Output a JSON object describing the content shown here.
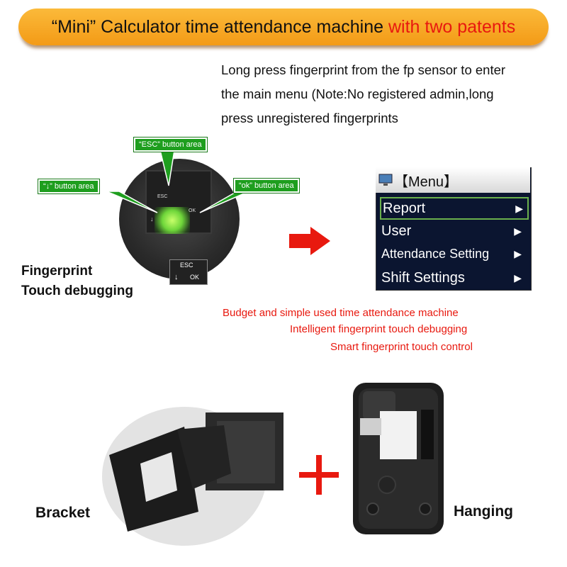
{
  "banner": {
    "main": "“Mini” Calculator time attendance machine ",
    "accent": "with two patents"
  },
  "instructions": {
    "line1": "Long press fingerprint from the fp sensor to enter",
    "line2": "the main menu (Note:No registered admin,long",
    "line3": "press unregistered fingerprints"
  },
  "callouts": {
    "esc": "“ESC” button area",
    "down": "“↓” button area",
    "ok": "“ok” button area"
  },
  "device_keys": {
    "esc": "ESC",
    "down": "↓",
    "ok": "OK"
  },
  "fingerprint_label": {
    "line1": "Fingerprint",
    "line2": "Touch debugging"
  },
  "menu": {
    "title": "【Menu】",
    "items": [
      {
        "label": "Report",
        "arrow": "▶"
      },
      {
        "label": "User",
        "arrow": "▶"
      },
      {
        "label": "Attendance Setting",
        "arrow": "▶"
      },
      {
        "label": "Shift Settings",
        "arrow": "▶"
      }
    ]
  },
  "features": {
    "line1": "Budget and simple used time attendance machine",
    "line2": "Intelligent fingerprint touch debugging",
    "line3": "Smart fingerprint touch control"
  },
  "labels": {
    "bracket": "Bracket",
    "hanging": "Hanging"
  },
  "colors": {
    "banner": "#f5a623",
    "accent_red": "#e8190f",
    "callout_green": "#1e9e1e",
    "menu_bg": "#0b1530"
  },
  "icons": {
    "pointer": "red-arrow-icon",
    "plus": "red-plus-icon"
  }
}
